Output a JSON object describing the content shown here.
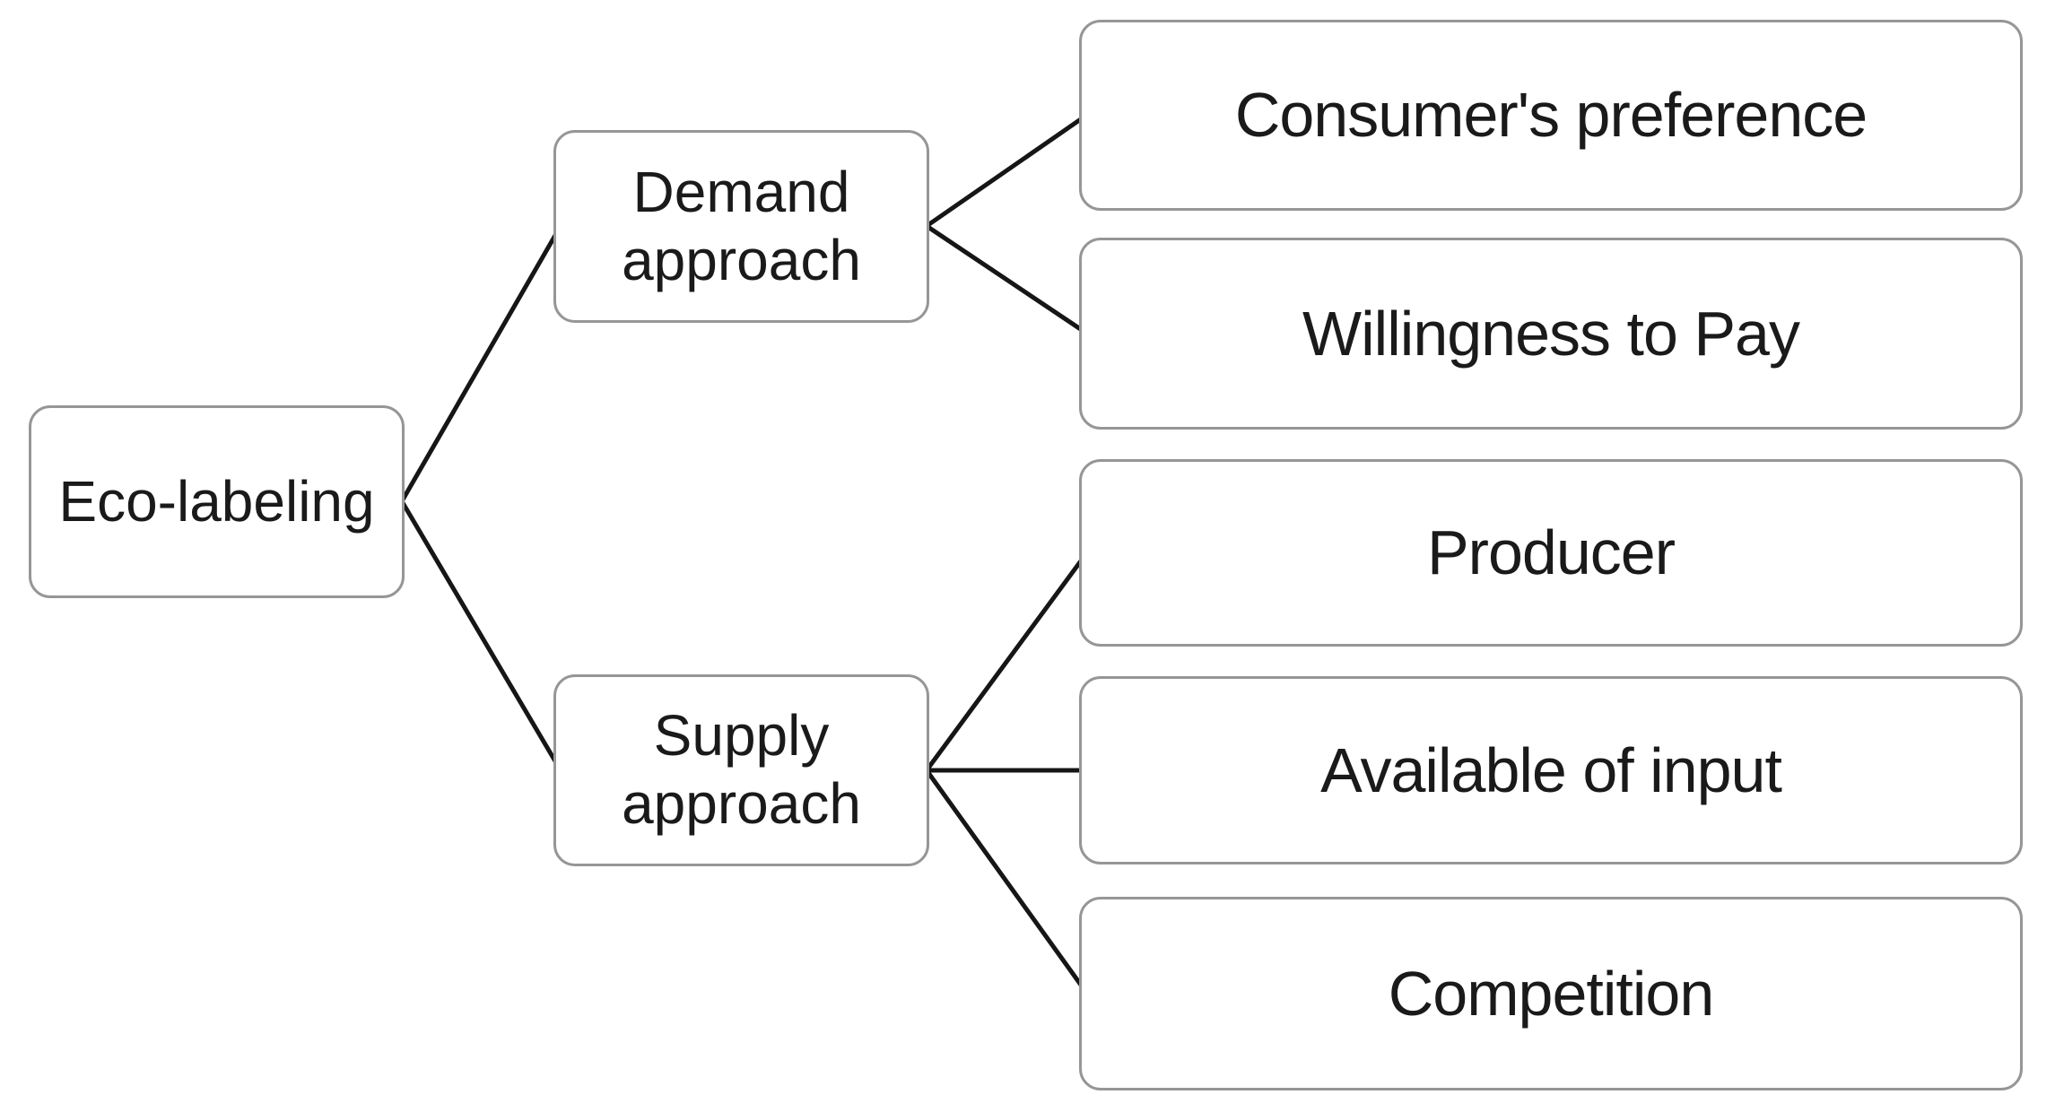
{
  "diagram": {
    "type": "hierarchy-tree",
    "orientation": "left-to-right",
    "nodes": {
      "root": {
        "label": "Eco-labeling"
      },
      "demand": {
        "label": "Demand approach"
      },
      "supply": {
        "label": "Supply approach"
      },
      "consumer": {
        "label": "Consumer's preference"
      },
      "willingness": {
        "label": "Willingness to Pay"
      },
      "producer": {
        "label": "Producer"
      },
      "available": {
        "label": "Available of input"
      },
      "competition": {
        "label": "Competition"
      }
    },
    "edges": [
      {
        "from": "root",
        "to": "demand"
      },
      {
        "from": "root",
        "to": "supply"
      },
      {
        "from": "demand",
        "to": "consumer"
      },
      {
        "from": "demand",
        "to": "willingness"
      },
      {
        "from": "supply",
        "to": "producer"
      },
      {
        "from": "supply",
        "to": "available"
      },
      {
        "from": "supply",
        "to": "competition"
      }
    ],
    "colors": {
      "background": "#ffffff",
      "box_fill": "#ffffff",
      "box_border": "#969696",
      "connector": "#161616",
      "text": "#1a1a1a"
    }
  }
}
